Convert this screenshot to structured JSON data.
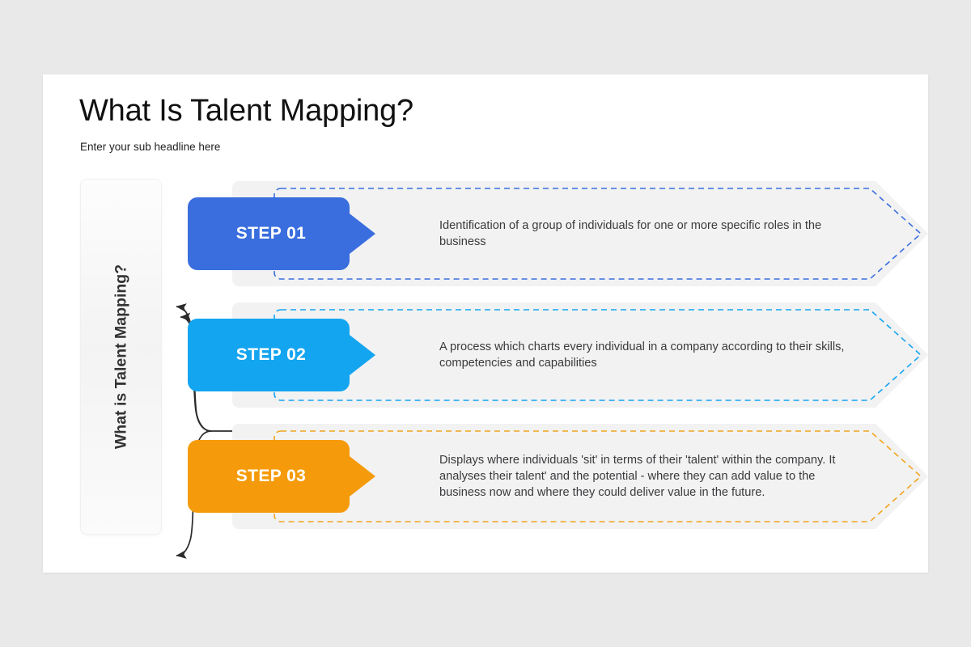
{
  "slide": {
    "title": "What Is Talent Mapping?",
    "subtitle": "Enter your sub headline here",
    "side_panel_label": "What is Talent Mapping?",
    "background_color": "#e9e9ea",
    "card_color": "#ffffff"
  },
  "steps": [
    {
      "label": "STEP 01",
      "color": "#3a6ede",
      "dash_color": "#3a6ede",
      "description": "Identification of a group of individuals for one or more specific roles in the business"
    },
    {
      "label": "STEP 02",
      "color": "#14a5f0",
      "dash_color": "#14a5f0",
      "description": "A process which charts every individual in a company according to their skills, competencies and capabilities"
    },
    {
      "label": "STEP 03",
      "color": "#f59b0b",
      "dash_color": "#f0a51e",
      "description": "Displays where individuals 'sit' in terms of their 'talent' within the company. It analyses their talent' and the potential - where they can add value to the business now and where they could deliver value in the future."
    }
  ],
  "connectors": {
    "icon": "branching-arrows-icon",
    "color": "#2b2b2b",
    "count": 3
  }
}
